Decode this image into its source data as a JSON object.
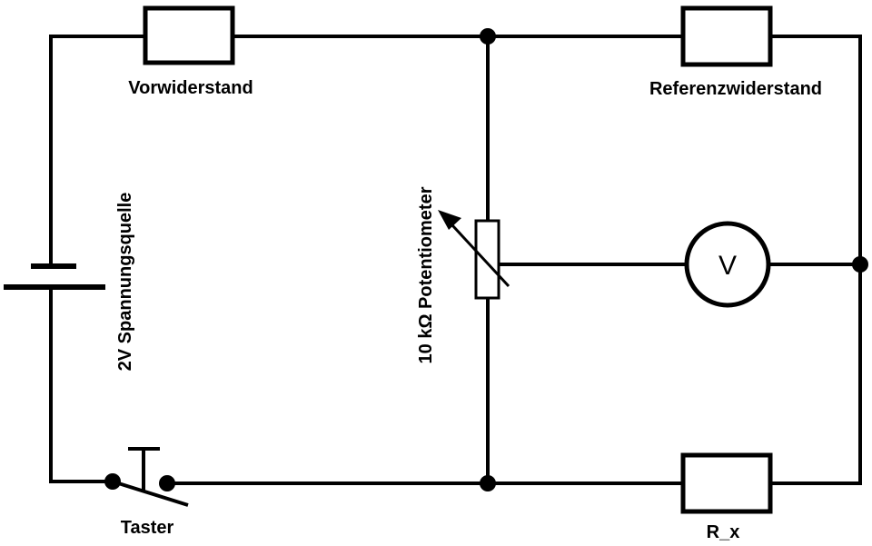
{
  "labels": {
    "vorwiderstand": "Vorwiderstand",
    "referenzwiderstand": "Referenzwiderstand",
    "spannungsquelle": "2V Spannungsquelle",
    "potentiometer": "10 kΩ  Potentiometer",
    "voltmeter": "V",
    "taster": "Taster",
    "rx": "R_x"
  }
}
